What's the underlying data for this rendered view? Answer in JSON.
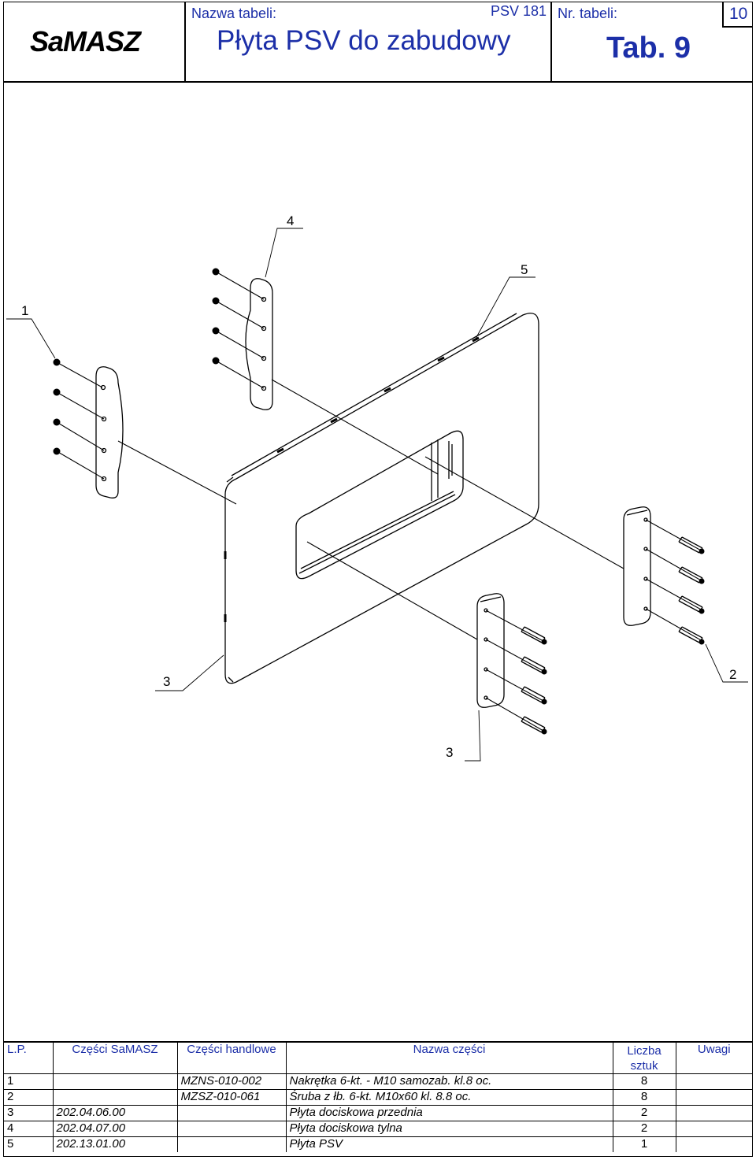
{
  "header": {
    "table_name_label": "Nazwa tabeli:",
    "model": "PSV 181",
    "table_no_label": "Nr. tabeli:",
    "page": "10",
    "title": "Płyta PSV do zabudowy",
    "tab": "Tab. 9",
    "logo_text": "SaMASZ"
  },
  "callouts": [
    "4",
    "5",
    "1",
    "3",
    "2",
    "3"
  ],
  "parts_table": {
    "headers": [
      "L.P.",
      "Części SaMASZ",
      "Części handlowe",
      "Nazwa części",
      "Liczba sztuk",
      "Uwagi"
    ],
    "rows": [
      {
        "lp": "1",
        "samasz": "",
        "handlowe": "MZNS-010-002",
        "nazwa": "Nakrętka 6-kt. - M10 samozab. kl.8 oc.",
        "liczba": "8",
        "uwagi": ""
      },
      {
        "lp": "2",
        "samasz": "",
        "handlowe": "MZSZ-010-061",
        "nazwa": "Śruba z łb. 6-kt. M10x60 kl. 8.8 oc.",
        "liczba": "8",
        "uwagi": ""
      },
      {
        "lp": "3",
        "samasz": "202.04.06.00",
        "handlowe": "",
        "nazwa": "Płyta dociskowa przednia",
        "liczba": "2",
        "uwagi": ""
      },
      {
        "lp": "4",
        "samasz": "202.04.07.00",
        "handlowe": "",
        "nazwa": "Płyta dociskowa tylna",
        "liczba": "2",
        "uwagi": ""
      },
      {
        "lp": "5",
        "samasz": "202.13.01.00",
        "handlowe": "",
        "nazwa": "Płyta PSV",
        "liczba": "1",
        "uwagi": ""
      }
    ]
  }
}
